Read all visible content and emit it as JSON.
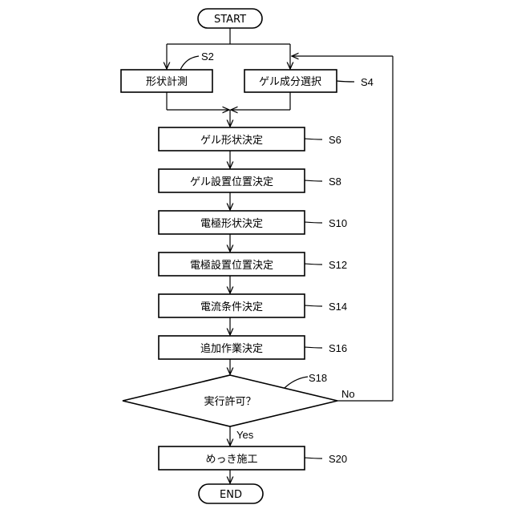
{
  "flowchart": {
    "start": "START",
    "end": "END",
    "steps": {
      "s2": {
        "label": "形状計測",
        "ref": "S2"
      },
      "s4": {
        "label": "ゲル成分選択",
        "ref": "S4"
      },
      "s6": {
        "label": "ゲル形状決定",
        "ref": "S6"
      },
      "s8": {
        "label": "ゲル設置位置決定",
        "ref": "S8"
      },
      "s10": {
        "label": "電極形状決定",
        "ref": "S10"
      },
      "s12": {
        "label": "電極設置位置決定",
        "ref": "S12"
      },
      "s14": {
        "label": "電流条件決定",
        "ref": "S14"
      },
      "s16": {
        "label": "追加作業決定",
        "ref": "S16"
      },
      "s18": {
        "label": "実行許可？",
        "ref": "S18"
      },
      "s20": {
        "label": "めっき施工",
        "ref": "S20"
      }
    },
    "branches": {
      "yes": "Yes",
      "no": "No"
    }
  }
}
